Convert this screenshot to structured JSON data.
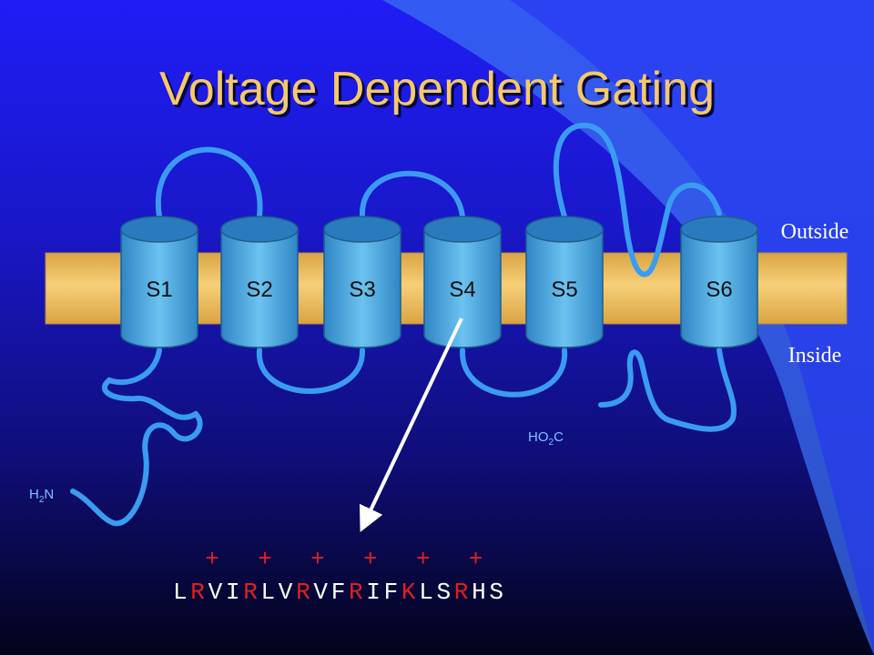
{
  "title": "Voltage Dependent Gating",
  "labels": {
    "outside": "Outside",
    "inside": "Inside"
  },
  "segments": [
    "S1",
    "S2",
    "S3",
    "S4",
    "S5",
    "S6"
  ],
  "termini": {
    "n": {
      "main": "H",
      "sub": "2",
      "rest": "N"
    },
    "c": {
      "main": "HO",
      "sub": "2",
      "rest": "C"
    }
  },
  "sequence": {
    "residues": [
      "L",
      "R",
      "V",
      "I",
      "R",
      "L",
      "V",
      "R",
      "V",
      "F",
      "R",
      "I",
      "F",
      "K",
      "L",
      "S",
      "R",
      "H",
      "S"
    ],
    "charged_indices": [
      1,
      4,
      7,
      10,
      13,
      16
    ],
    "charge_symbol": "+"
  },
  "colors": {
    "membrane": "#f2c46a",
    "helix": "#4aa6e0",
    "loop": "#3a9cf0",
    "title": "#f5c96a",
    "charged": "#e02020",
    "residue": "#ffffff"
  }
}
